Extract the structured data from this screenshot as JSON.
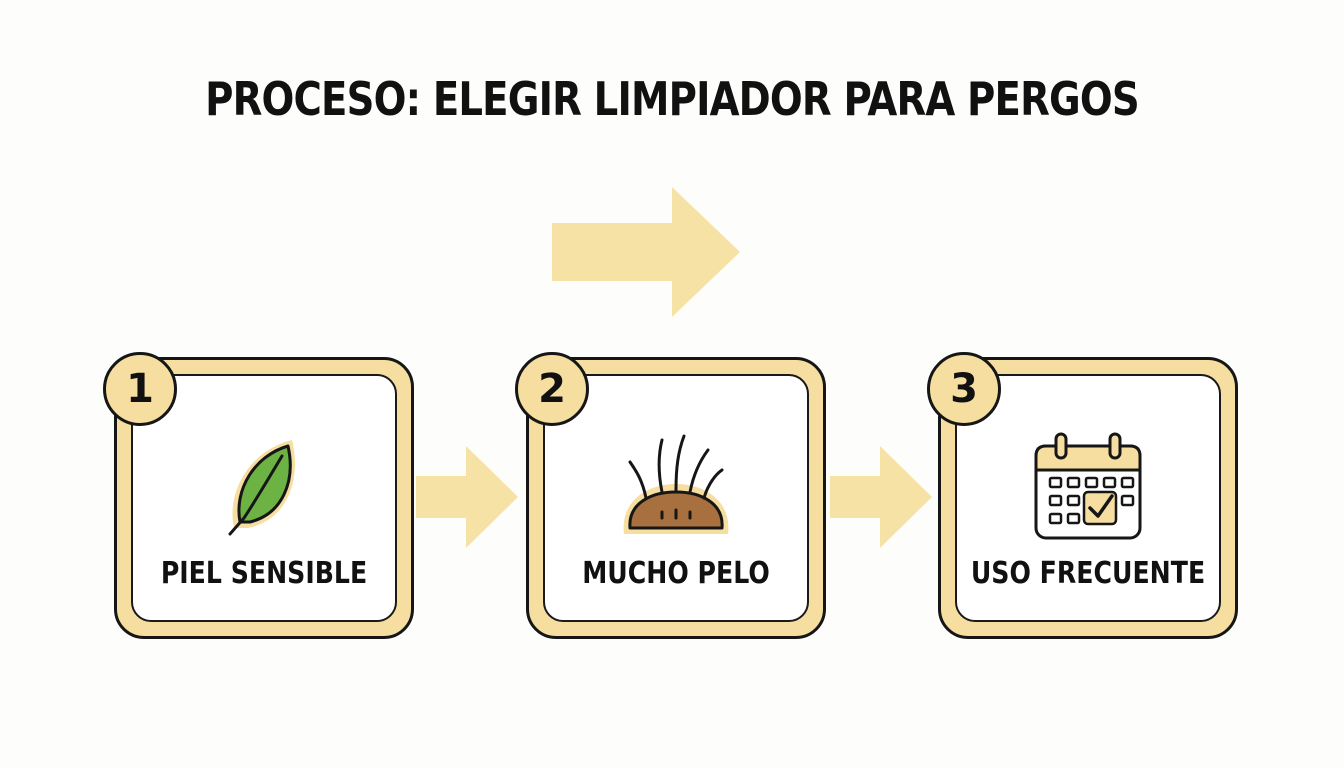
{
  "title": "PROCESO: ELEGIR LIMPIADOR PARA PERGOS",
  "colors": {
    "accent": "#f6dea0",
    "arrow": "#f7e2a5",
    "outline": "#161616",
    "leaf": "#6cb344",
    "hair_mound": "#a8703f"
  },
  "steps": [
    {
      "number": "1",
      "label": "PIEL SENSIBLE",
      "icon": "leaf-icon"
    },
    {
      "number": "2",
      "label": "MUCHO PELO",
      "icon": "hair-icon"
    },
    {
      "number": "3",
      "label": "USO FRECUENTE",
      "icon": "calendar-icon"
    }
  ]
}
